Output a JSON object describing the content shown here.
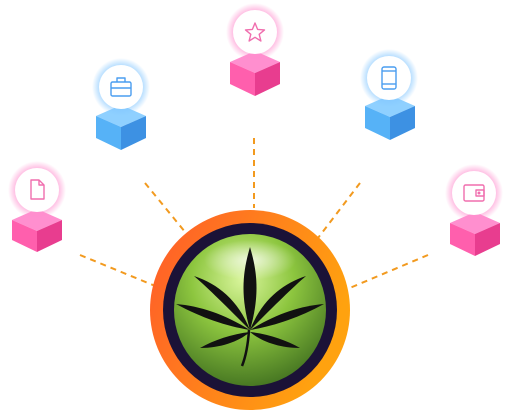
{
  "diagram": {
    "hub": {
      "icon": "cannabis-leaf-icon",
      "ring_gradient": [
        "#ff5a2a",
        "#ffa20f"
      ],
      "inner_ring_color": "#1b1237",
      "disc_colors": [
        "#d9f59c",
        "#8dc63f",
        "#3f6e1f"
      ],
      "leaf_color": "#111111"
    },
    "connector_color": "#f29a1f",
    "nodes": [
      {
        "id": "document",
        "icon": "document-icon",
        "cube_color": "pink",
        "glow": "pink"
      },
      {
        "id": "briefcase",
        "icon": "briefcase-icon",
        "cube_color": "blue",
        "glow": "blue"
      },
      {
        "id": "star",
        "icon": "star-icon",
        "cube_color": "pink",
        "glow": "pink"
      },
      {
        "id": "mobile",
        "icon": "mobile-phone-icon",
        "cube_color": "blue",
        "glow": "blue"
      },
      {
        "id": "wallet",
        "icon": "wallet-icon",
        "cube_color": "pink",
        "glow": "pink"
      }
    ],
    "palette": {
      "pink": {
        "top": "#ff8fcf",
        "left": "#ff5fad",
        "right": "#e83d8f",
        "glow": "#ff8ccd",
        "icon": "#f06eae"
      },
      "blue": {
        "top": "#8fd0ff",
        "left": "#56b2f7",
        "right": "#3d91e3",
        "glow": "#80c5ff",
        "icon": "#4a9df0"
      }
    }
  }
}
